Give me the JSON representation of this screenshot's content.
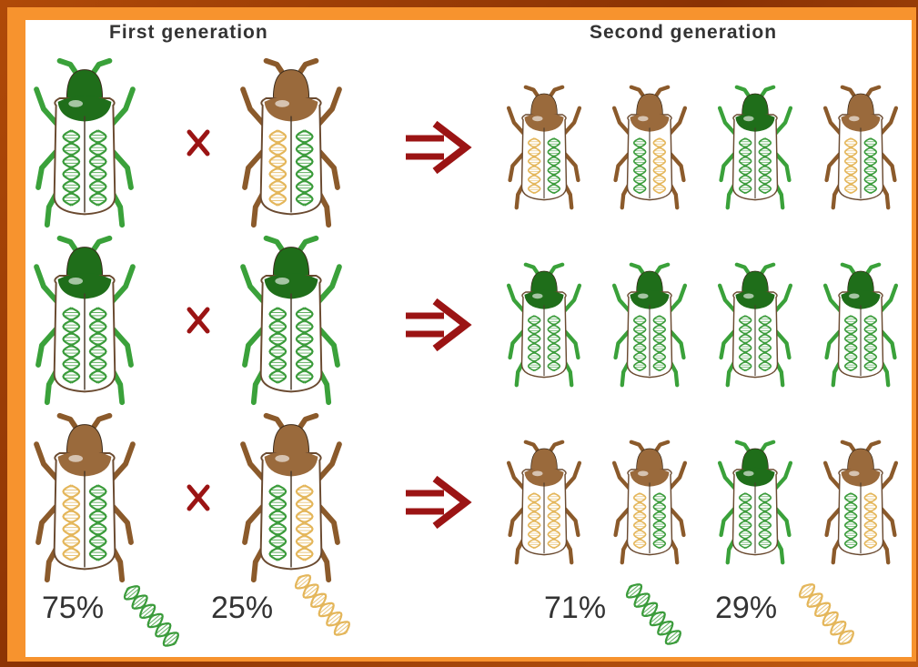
{
  "headings": {
    "first": "First generation",
    "second": "Second generation"
  },
  "cross_symbol": "x",
  "first_generation_crosses": [
    {
      "parent_a": {
        "body": "green",
        "genes": [
          "green",
          "green"
        ]
      },
      "parent_b": {
        "body": "brown",
        "genes": [
          "yellow",
          "green"
        ]
      },
      "offspring": [
        {
          "body": "brown",
          "genes": [
            "yellow",
            "green"
          ]
        },
        {
          "body": "brown",
          "genes": [
            "green",
            "yellow"
          ]
        },
        {
          "body": "green",
          "genes": [
            "green",
            "green"
          ]
        },
        {
          "body": "brown",
          "genes": [
            "yellow",
            "green"
          ]
        }
      ]
    },
    {
      "parent_a": {
        "body": "green",
        "genes": [
          "green",
          "green"
        ]
      },
      "parent_b": {
        "body": "green",
        "genes": [
          "green",
          "green"
        ]
      },
      "offspring": [
        {
          "body": "green",
          "genes": [
            "green",
            "green"
          ]
        },
        {
          "body": "green",
          "genes": [
            "green",
            "green"
          ]
        },
        {
          "body": "green",
          "genes": [
            "green",
            "green"
          ]
        },
        {
          "body": "green",
          "genes": [
            "green",
            "green"
          ]
        }
      ]
    },
    {
      "parent_a": {
        "body": "brown",
        "genes": [
          "yellow",
          "green"
        ]
      },
      "parent_b": {
        "body": "brown",
        "genes": [
          "green",
          "yellow"
        ]
      },
      "offspring": [
        {
          "body": "brown",
          "genes": [
            "yellow",
            "yellow"
          ]
        },
        {
          "body": "brown",
          "genes": [
            "yellow",
            "green"
          ]
        },
        {
          "body": "green",
          "genes": [
            "green",
            "green"
          ]
        },
        {
          "body": "brown",
          "genes": [
            "green",
            "yellow"
          ]
        }
      ]
    }
  ],
  "frequencies": {
    "first_green": "75%",
    "first_yellow": "25%",
    "second_green": "71%",
    "second_yellow": "29%"
  },
  "colors": {
    "green_body": "#1f6e1a",
    "green_legs": "#3aa13a",
    "brown_body": "#9a6a3c",
    "brown_legs": "#8b5a2b",
    "green_dna": "#3a9b3a",
    "yellow_dna": "#e4b65a",
    "arrow": "#9b1414",
    "frame": "#f7932e"
  }
}
